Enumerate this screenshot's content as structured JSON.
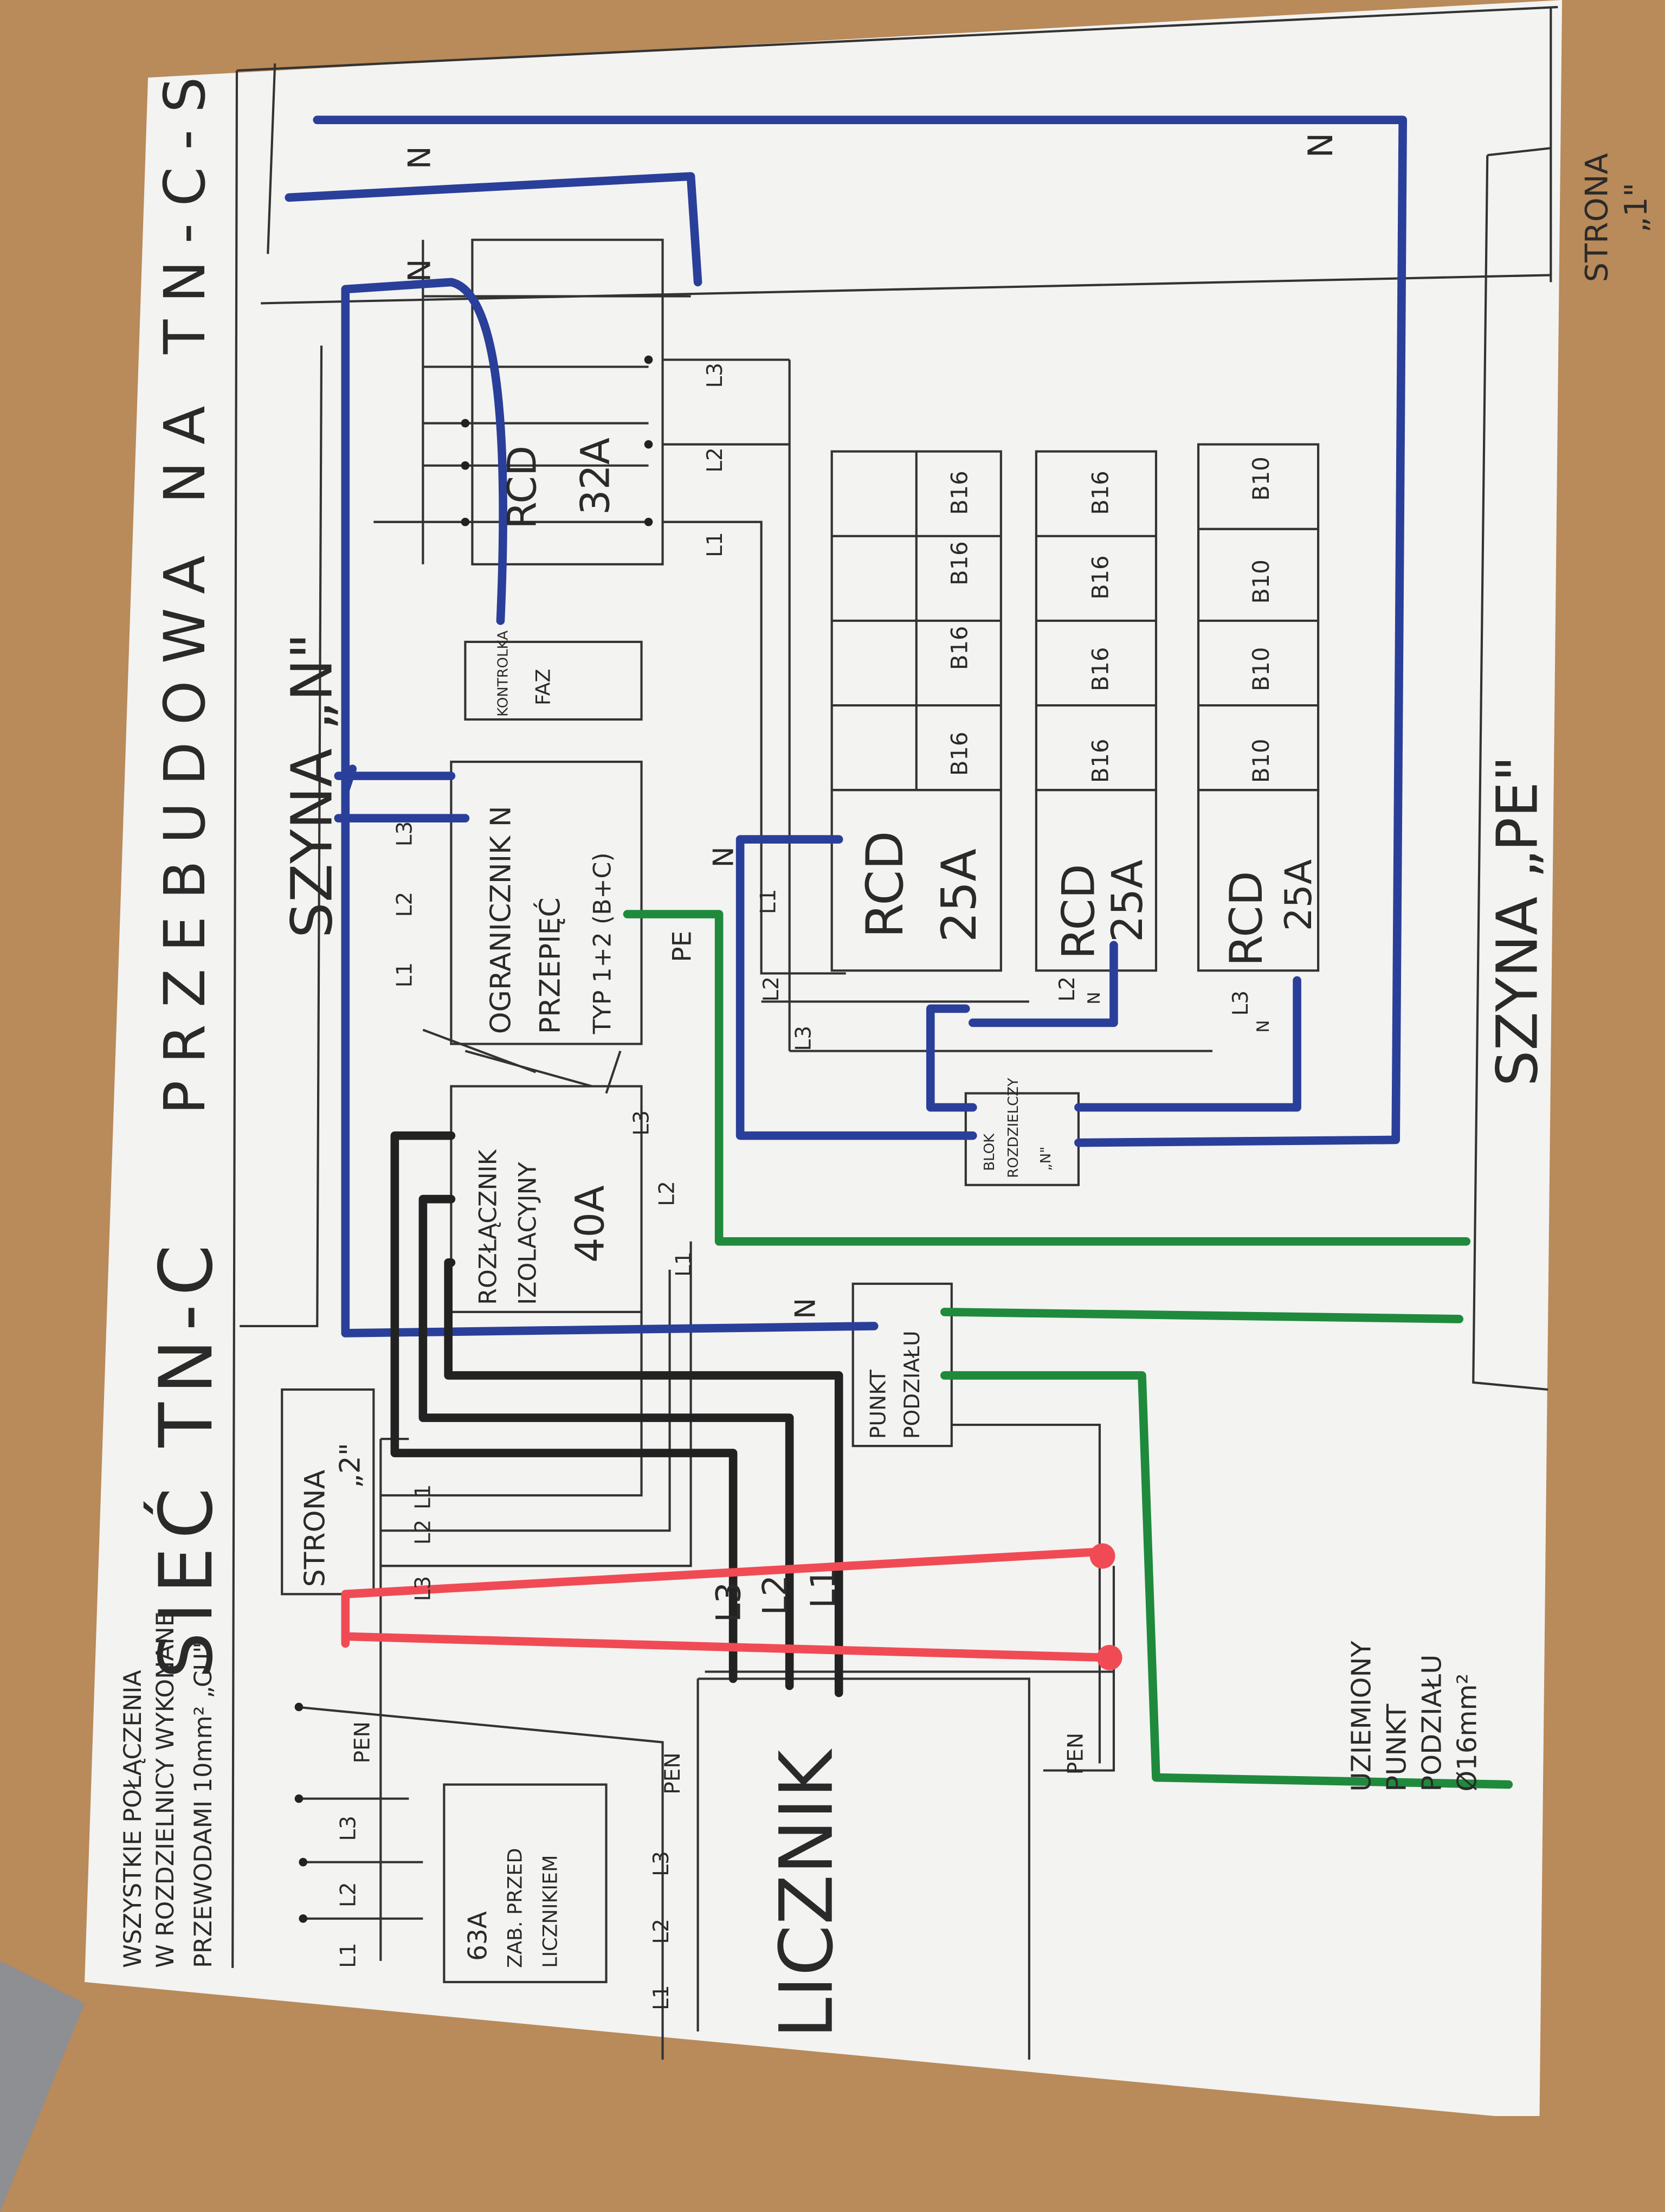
{
  "colors": {
    "paper": "#f3f3f1",
    "wood": "#b98a5a",
    "neutral_wire": "#2a3f9a",
    "pe_wire": "#1f8a3c",
    "phase_wire": "#222222",
    "pen_loop": "#f04b55"
  },
  "note": {
    "line1": "WSZYSTKIE POŁĄCZENIA",
    "line2": "W ROZDZIELNICY WYKONANE",
    "line3": "PRZEWODAMI 10mm² „CU\""
  },
  "title": {
    "part1": "SIEĆ TN-C",
    "part2": "PRZEBUDOWA  NA  TN-C-S"
  },
  "page1": {
    "label": "STRONA",
    "num": "„1\""
  },
  "page2": {
    "label": "STRONA",
    "num": "„2\""
  },
  "busbar_n": "SZYNA „N\"",
  "busbar_pe": "SZYNA „PE\"",
  "rcd32": {
    "name": "RCD",
    "rating": "32A"
  },
  "phase_indicator": {
    "line1": "KONTROLKA",
    "line2": "FAZ"
  },
  "surge": {
    "line1": "OGRANICZNIK N",
    "line2": "PRZEPIĘĆ",
    "line3": "TYP 1+2 (B+C)",
    "pe": "PE"
  },
  "isolator": {
    "line1": "ROZŁĄCZNIK",
    "line2": "IZOLACYJNY",
    "line3": "40A"
  },
  "rcd25": [
    {
      "name": "RCD",
      "rating": "25A"
    },
    {
      "name": "RCD",
      "rating": "25A"
    },
    {
      "name": "RCD",
      "rating": "25A"
    }
  ],
  "breakers": {
    "group1": [
      "B16",
      "B16",
      "B16",
      "B16"
    ],
    "group2": [
      "B16",
      "B16",
      "B16",
      "B16"
    ],
    "group3": [
      "B10",
      "B10",
      "B10",
      "B10"
    ]
  },
  "n_block": {
    "line1": "BLOK",
    "line2": "ROZDZIELCZY",
    "line3": "„N\""
  },
  "split_point": {
    "line1": "PUNKT",
    "line2": "PODZIAŁU"
  },
  "meter": "LICZNIK",
  "main_breaker": {
    "line1": "63A",
    "line2": "ZAB. PRZED",
    "line3": "LICZNIKIEM"
  },
  "ground_note": {
    "line1": "UZIEMIONY",
    "line2": "PUNKT",
    "line3": "PODZIAŁU",
    "line4": "Ø16mm²"
  },
  "labels": {
    "L1": "L1",
    "L2": "L2",
    "L3": "L3",
    "N": "N",
    "PEN": "PEN"
  }
}
